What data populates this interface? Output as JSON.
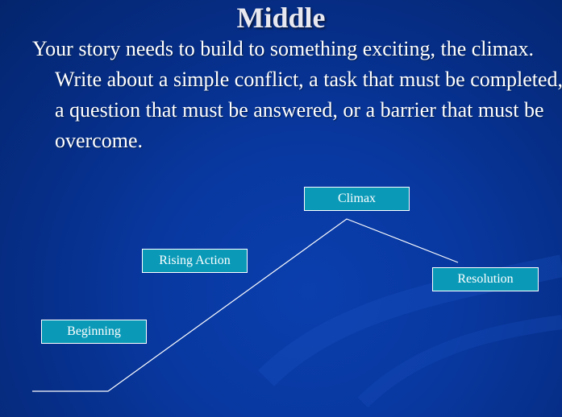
{
  "slide": {
    "title": "Middle",
    "body": "Your story needs to build to something exciting, the climax. Write about a simple conflict, a task that must be completed, a question that must be answered, or a barrier that must be overcome."
  },
  "diagram": {
    "labels": {
      "beginning": "Beginning",
      "rising_action": "Rising Action",
      "climax": "Climax",
      "resolution": "Resolution"
    }
  },
  "colors": {
    "background": "#0838a0",
    "box_fill": "#0a9ab8",
    "line": "#ffffff"
  }
}
